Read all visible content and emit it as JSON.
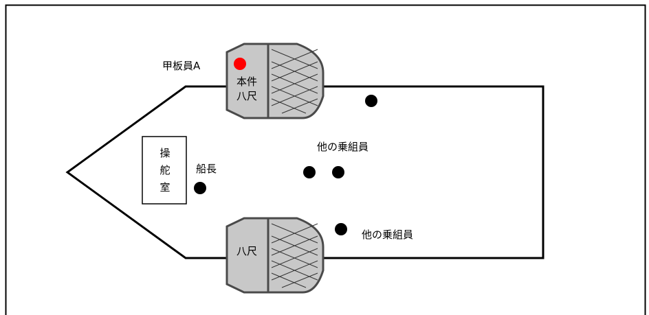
{
  "labels": {
    "deckhand_a": "甲板員A",
    "captain": "船長",
    "other_crew_1": "他の乗組員",
    "other_crew_2": "他の乗組員",
    "wheelhouse_1": "操",
    "wheelhouse_2": "舵",
    "wheelhouse_3": "室",
    "net_top_1": "本件",
    "net_top_2": "八尺",
    "net_bottom": "八尺"
  },
  "colors": {
    "background": "#ffffff",
    "outline": "#000000",
    "net_fill": "#c8c8c8",
    "net_stroke": "#4a4a4a",
    "crew_marker": "#000000",
    "deckhand_a_marker": "#ff0000"
  }
}
